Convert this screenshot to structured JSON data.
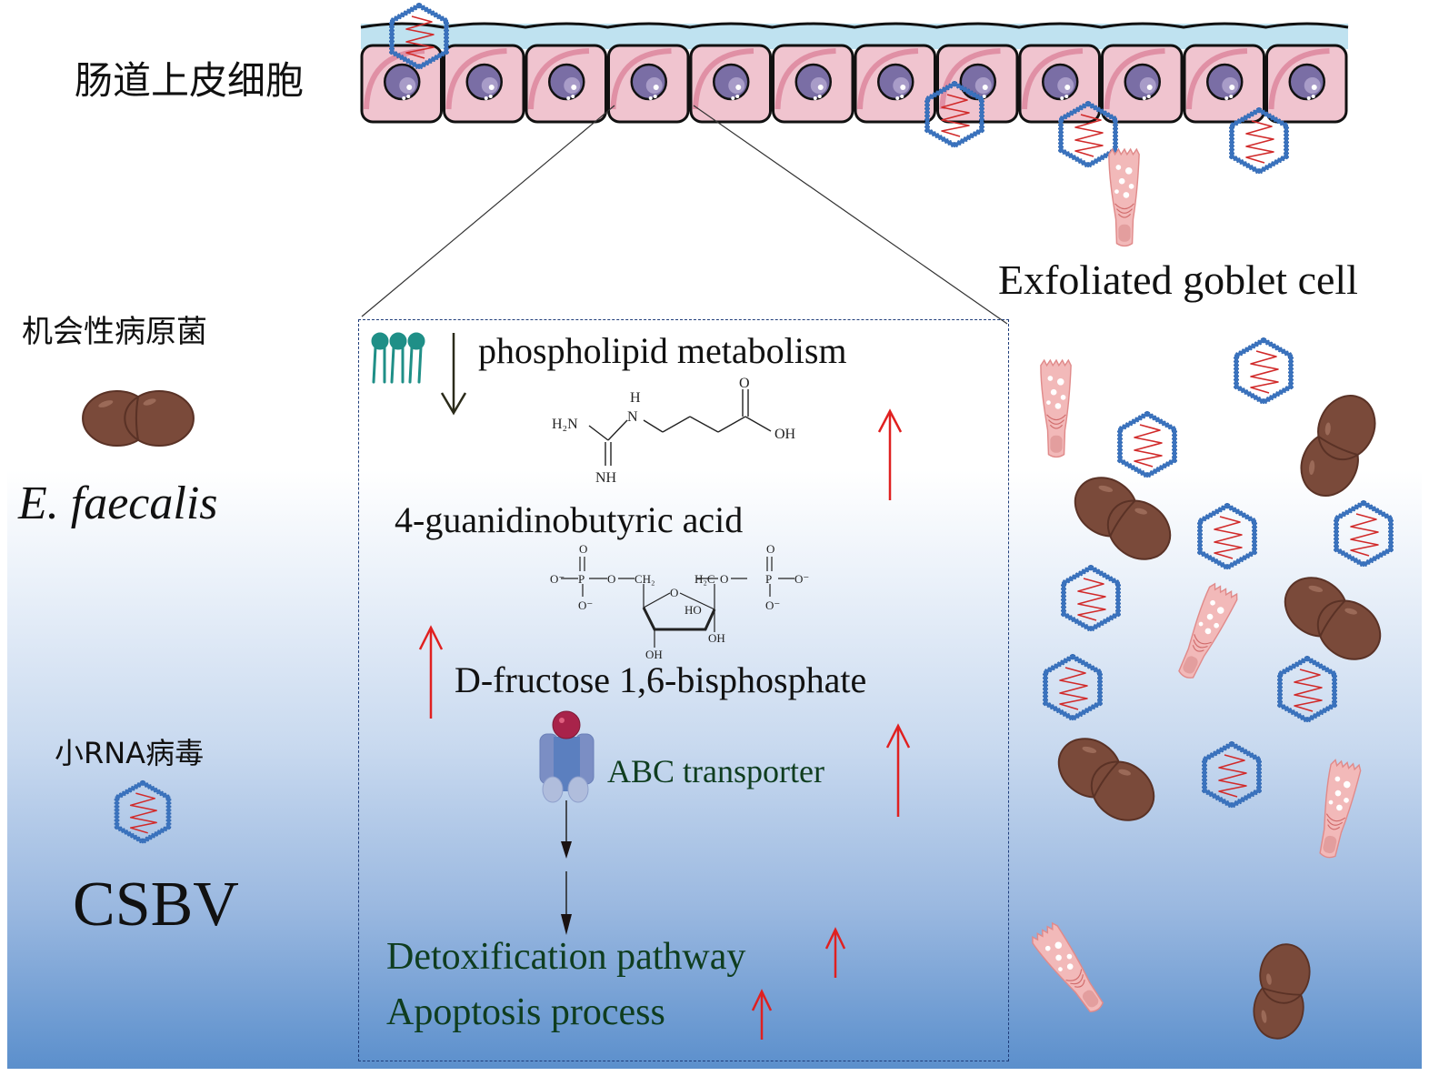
{
  "labels": {
    "epithelium": "肠道上皮细胞",
    "opportunistic_pathogen": "机会性病原菌",
    "bacterium_name": "E. faecalis",
    "small_rna_virus": "小RNA病毒",
    "virus_name": "CSBV",
    "exfoliated": "Exfoliated goblet cell"
  },
  "panel": {
    "phospholipid": {
      "label": "phospholipid metabolism",
      "direction": "down"
    },
    "metabolite1": {
      "label": "4-guanidinobutyric acid",
      "direction": "up",
      "structure": {
        "h": "H",
        "h2n": "H₂N",
        "n": "N",
        "nh": "NH",
        "o": "O",
        "oh": "OH"
      }
    },
    "metabolite2": {
      "label": "D-fructose 1,6-bisphosphate",
      "direction": "up",
      "structure": {
        "o": "O",
        "ominus": "O⁻",
        "p": "P",
        "ch2": "CH₂",
        "h2c": "H₂C",
        "ho": "HO",
        "oh": "OH"
      }
    },
    "transporter": {
      "label": "ABC transporter",
      "direction": "up"
    },
    "outcomes": [
      {
        "label": "Detoxification pathway",
        "direction": "up"
      },
      {
        "label": "Apoptosis process",
        "direction": "up"
      }
    ]
  },
  "colors": {
    "up_arrow": "#e02020",
    "down_arrow": "#2b2b1a",
    "green_text": "#0f3d1f",
    "virus_capsid": "#2f66b0",
    "virus_rna": "#d12a2a",
    "bacterium": "#7a4a3a",
    "goblet_cell": "#f2b9b9",
    "cell_body": "#f0c4cf",
    "nucleus": "#7a6ea5",
    "mucus": "#bfe2f0",
    "panel_border": "#1f3d7a"
  }
}
